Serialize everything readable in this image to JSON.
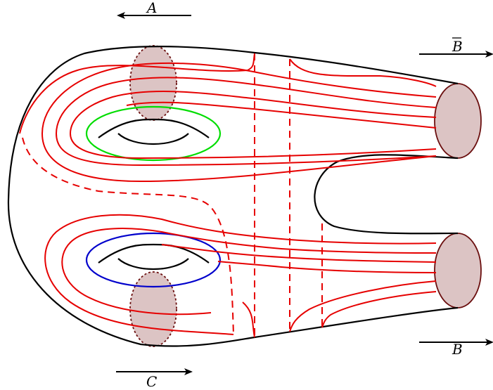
{
  "labels": {
    "A": "A",
    "B_bar": "B",
    "B": "B",
    "C": "C"
  },
  "colors": {
    "outline": "#000000",
    "flow": "#e60000",
    "green_cycle": "#00dd00",
    "blue_cycle": "#0000cc",
    "disk_fill": "#dcc4c4",
    "disk_edge": "#6b0f0f"
  }
}
